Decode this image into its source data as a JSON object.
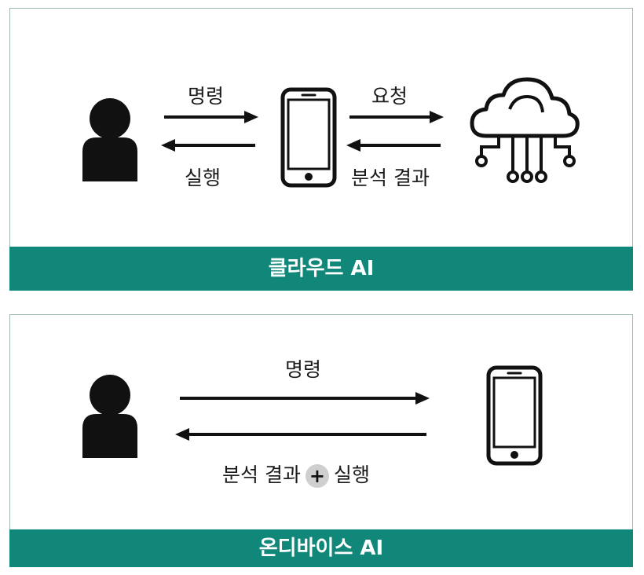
{
  "cloud_ai": {
    "title": "클라우드 AI",
    "label_command": "명령",
    "label_execute": "실행",
    "label_request": "요청",
    "label_result": "분석 결과"
  },
  "on_device_ai": {
    "title": "온디바이스 AI",
    "label_command": "명령",
    "label_result": "분석 결과",
    "label_plus": "+",
    "label_execute": "실행"
  },
  "colors": {
    "banner": "#11877a",
    "panel_border": "#9fbab5",
    "icon": "#111111",
    "plus_badge": "#cfcfcf"
  },
  "icons": [
    "person-icon",
    "smartphone-icon",
    "cloud-network-icon",
    "arrow-right-icon",
    "arrow-left-icon"
  ]
}
